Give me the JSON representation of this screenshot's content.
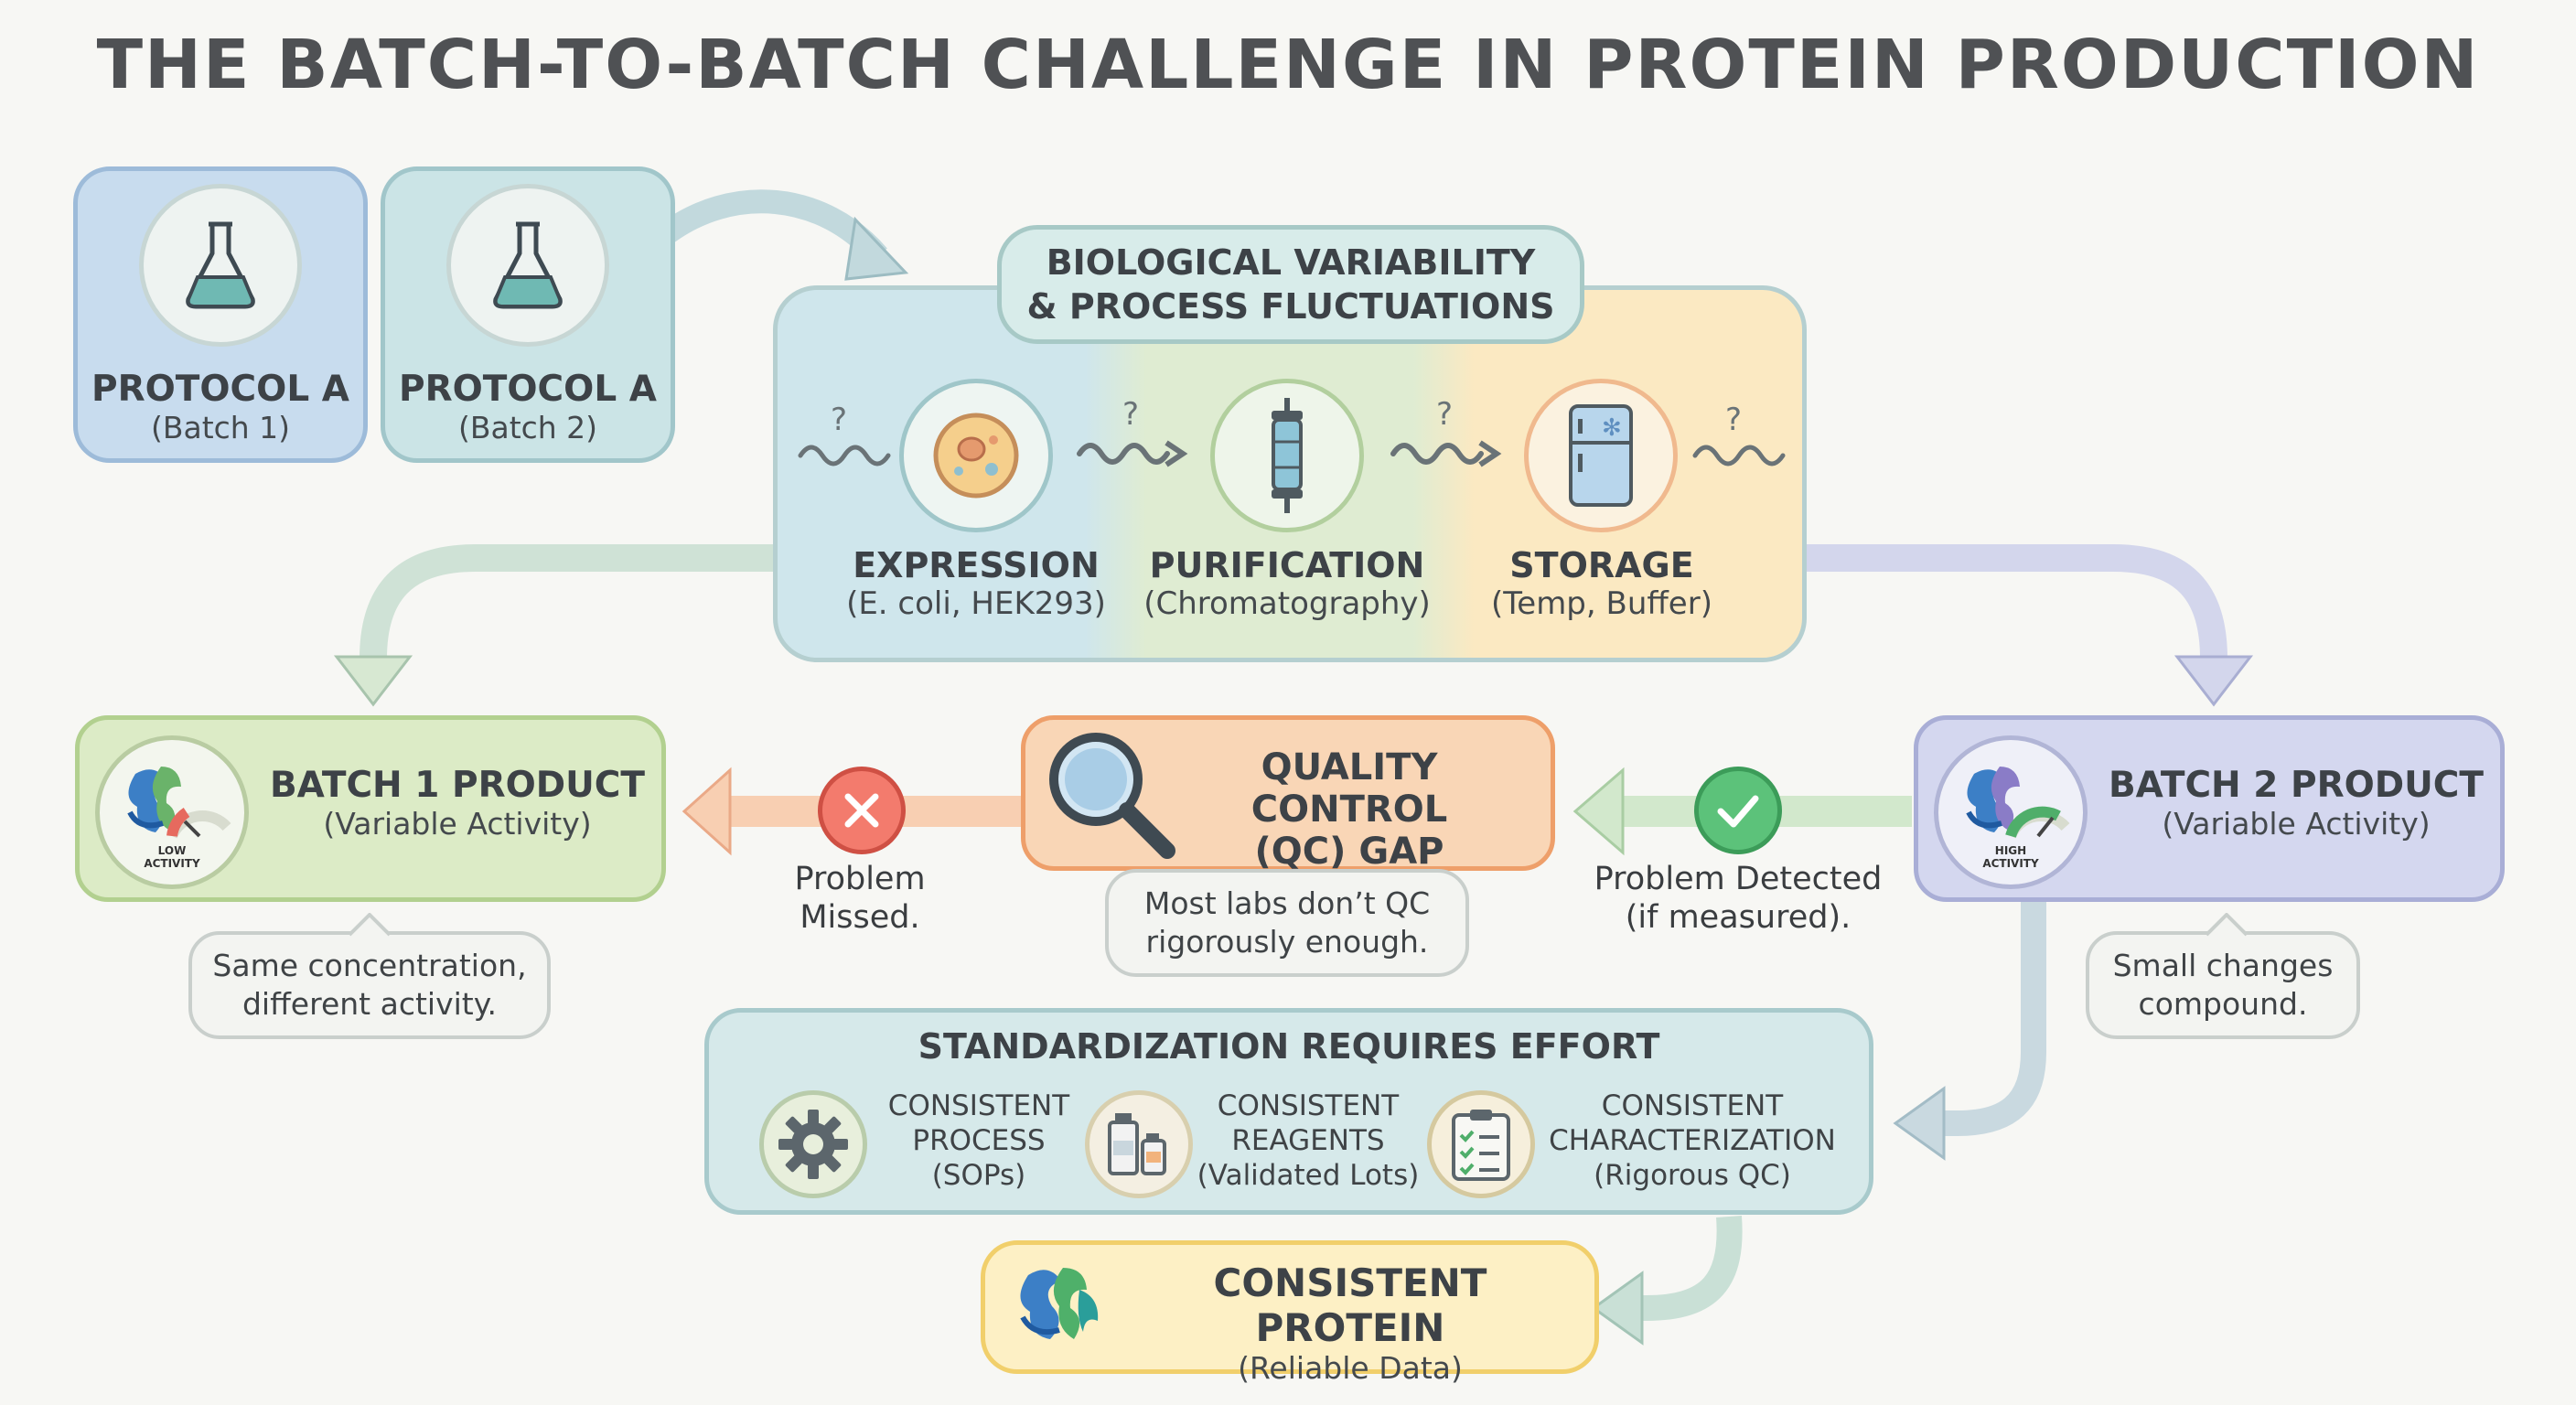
{
  "title": "THE BATCH-TO-BATCH CHALLENGE IN PROTEIN PRODUCTION",
  "protocol1": {
    "name": "PROTOCOL A",
    "batch": "(Batch 1)"
  },
  "protocol2": {
    "name": "PROTOCOL A",
    "batch": "(Batch 2)"
  },
  "variability": {
    "title_line1": "BIOLOGICAL VARIABILITY",
    "title_line2": "& PROCESS FLUCTUATIONS",
    "question_mark": "?",
    "stages": [
      {
        "name": "EXPRESSION",
        "detail": "(E. coli, HEK293)"
      },
      {
        "name": "PURIFICATION",
        "detail": "(Chromatography)"
      },
      {
        "name": "STORAGE",
        "detail": "(Temp, Buffer)"
      }
    ]
  },
  "batch1": {
    "name": "BATCH 1 PRODUCT",
    "detail": "(Variable Activity)",
    "gauge_line1": "LOW",
    "gauge_line2": "ACTIVITY",
    "note_line1": "Same concentration,",
    "note_line2": "different activity."
  },
  "batch2": {
    "name": "BATCH 2 PRODUCT",
    "detail": "(Variable Activity)",
    "gauge_line1": "HIGH",
    "gauge_line2": "ACTIVITY",
    "note_line1": "Small changes",
    "note_line2": "compound."
  },
  "qc": {
    "title_line1": "QUALITY CONTROL",
    "title_line2": "(QC) GAP",
    "note_line1": "Most labs don’t QC",
    "note_line2": "rigorously enough."
  },
  "missed": {
    "line1": "Problem",
    "line2": "Missed."
  },
  "detected": {
    "line1": "Problem Detected",
    "line2": "(if measured)."
  },
  "standardization": {
    "title": "STANDARDIZATION REQUIRES EFFORT",
    "items": [
      {
        "l1": "CONSISTENT",
        "l2": "PROCESS",
        "l3": "(SOPs)"
      },
      {
        "l1": "CONSISTENT",
        "l2": "REAGENTS",
        "l3": "(Validated Lots)"
      },
      {
        "l1": "CONSISTENT",
        "l2": "CHARACTERIZATION",
        "l3": "(Rigorous QC)"
      }
    ]
  },
  "outcome": {
    "name": "CONSISTENT PROTEIN",
    "detail": "(Reliable Data)"
  },
  "colors": {
    "protocol1_bg": "#c8dcee",
    "protocol2_bg": "#cbe4e6",
    "expression_bg": "#cfe6ec",
    "purification_bg": "#dfecd2",
    "storage_bg": "#fbe9c2",
    "batch1_bg": "#dcebc6",
    "batch2_bg": "#d4d7ef",
    "qc_bg": "#f9d6b6",
    "standard_bg": "#d6e9ea",
    "outcome_bg": "#fdf0c5",
    "red": "#ef6f62",
    "green": "#52bb6f",
    "arrow_orange": "#f6c9a9",
    "arrow_green": "#cfe7c9",
    "arrow_teal": "#c6dcdc"
  }
}
